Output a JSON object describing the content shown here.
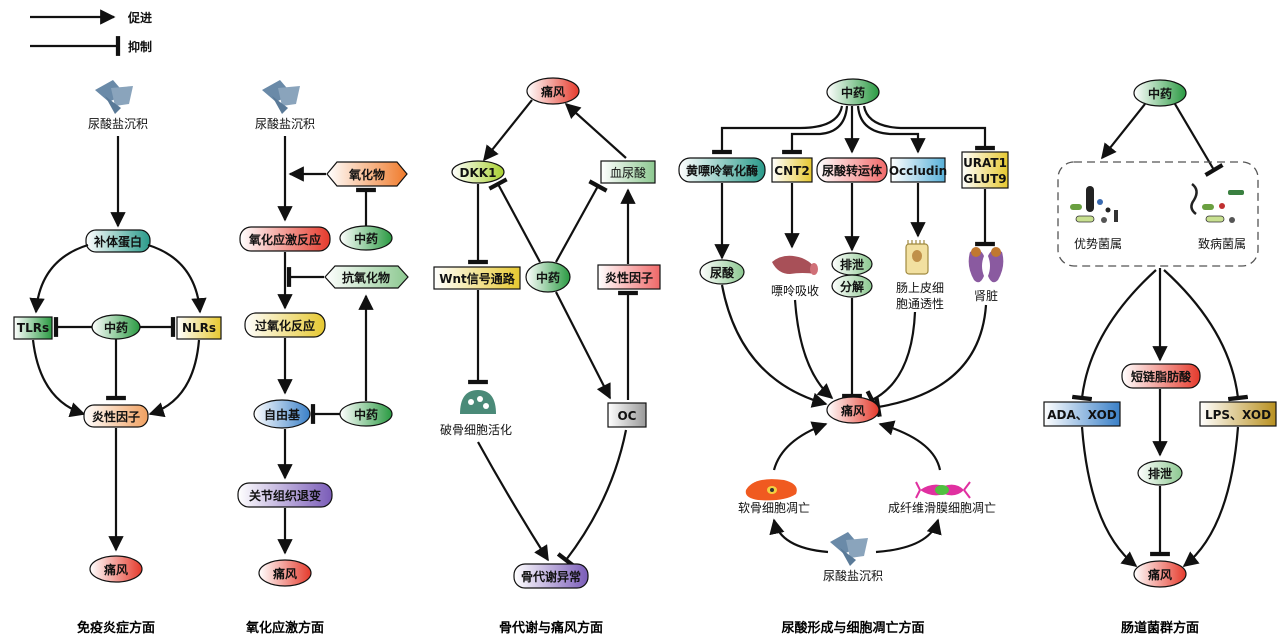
{
  "legend": {
    "promote": "促进",
    "inhibit": "抑制"
  },
  "colors": {
    "red": "#e8443a",
    "green": "#2fa04a",
    "teal": "#3aa89a",
    "orange": "#f08a3a",
    "yellow": "#e8d040",
    "purple": "#8a6cc0",
    "blue": "#3a8ad0",
    "pink": "#f07070",
    "gold": "#c8a030"
  },
  "panels": [
    {
      "id": "immune",
      "title": "免疫炎症方面",
      "nodes": {
        "deposit": "尿酸盐沉积",
        "complement": "补体蛋白",
        "tlrs": "TLRs",
        "tcm": "中药",
        "nlrs": "NLRs",
        "inflam": "炎性因子",
        "gout": "痛风"
      }
    },
    {
      "id": "oxidative",
      "title": "氧化应激方面",
      "nodes": {
        "deposit": "尿酸盐沉积",
        "oxide": "氧化物",
        "stress": "氧化应激反应",
        "tcm1": "中药",
        "antiox": "抗氧化物",
        "peroxide": "过氧化反应",
        "radical": "自由基",
        "tcm2": "中药",
        "joint": "关节组织退变",
        "gout": "痛风"
      }
    },
    {
      "id": "bone",
      "title": "骨代谢与痛风方面",
      "nodes": {
        "gout": "痛风",
        "dkk1": "DKK1",
        "serum": "血尿酸",
        "wnt": "Wnt信号通路",
        "tcm": "中药",
        "inflam": "炎性因子",
        "osteoclast": "破骨细胞活化",
        "oc": "OC",
        "abnormal": "骨代谢异常"
      }
    },
    {
      "id": "urate",
      "title": "尿酸形成与细胞凋亡方面",
      "nodes": {
        "tcm": "中药",
        "xo": "黄嘌呤氧化酶",
        "cnt2": "CNT2",
        "transporter": "尿酸转运体",
        "occludin": "Occludin",
        "urat1": "URAT1",
        "glut9": "GLUT9",
        "uric": "尿酸",
        "purine": "嘌呤吸收",
        "excrete": "排泄",
        "decompose": "分解",
        "intestinal1": "肠上皮细",
        "intestinal2": "胞通透性",
        "kidney": "肾脏",
        "gout": "痛风",
        "cartilage": "软骨细胞凋亡",
        "synovial": "成纤维滑膜细胞凋亡",
        "deposit": "尿酸盐沉积"
      }
    },
    {
      "id": "gut",
      "title": "肠道菌群方面",
      "nodes": {
        "tcm": "中药",
        "dominant": "优势菌属",
        "pathogen": "致病菌属",
        "scfa": "短链脂肪酸",
        "ada": "ADA、XOD",
        "lps": "LPS、XOD",
        "excrete": "排泄",
        "gout": "痛风"
      }
    }
  ]
}
